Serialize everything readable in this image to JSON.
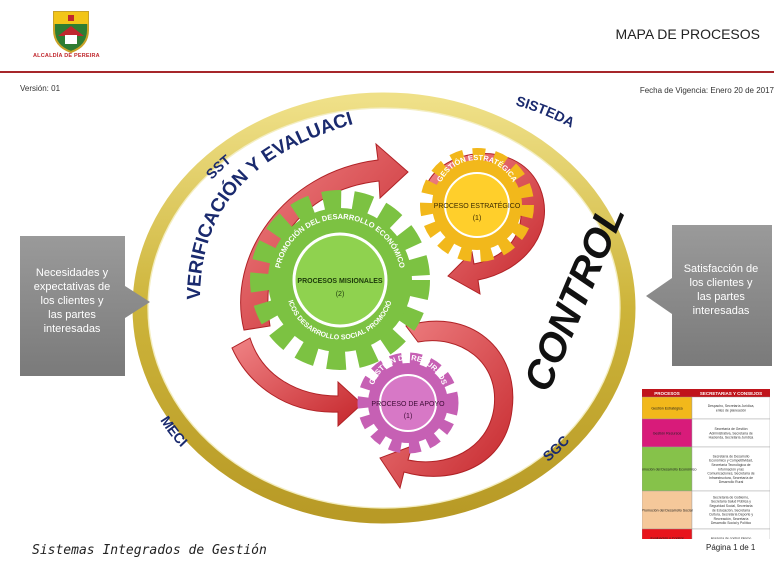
{
  "header": {
    "logo_text": "ALCALDÍA DE PEREIRA",
    "title": "MAPA DE PROCESOS",
    "version": "Versión: 01",
    "validity": "Fecha de Vigencia: Enero 20 de 2017"
  },
  "diagram": {
    "ellipse_labels": {
      "top_left": "SST",
      "top_right": "SISTEDA",
      "bottom_left": "MECI",
      "bottom_right": "SGC"
    },
    "arc_text": "VERIFICACIÓN Y EVALUACIÓN",
    "control_text": "CONTROL",
    "input_box": "Necesidades y expectativas de los clientes y las partes interesadas",
    "output_box": "Satisfacción de los clientes y las partes interesadas",
    "gears": {
      "strategic": {
        "ring": "GESTIÓN ESTRATÉGICA",
        "title": "PROCESO ESTRATÉGICO",
        "number": "(1)",
        "color": "#f2b81b"
      },
      "missional": {
        "ring_top": "PROMOCIÓN DEL DESARROLLO ECONÓMICO",
        "ring_bottom": "TICOS DESARROLLO SOCIAL PROMOCIÓN",
        "title": "PROCESOS MISIONALES",
        "number": "(2)",
        "color": "#7cc242"
      },
      "support": {
        "ring": "GESTIÓN DE RECURSOS",
        "title": "PROCESO DE APOYO",
        "number": "(1)",
        "color": "#c660b4"
      }
    }
  },
  "legend": {
    "headers": [
      "PROCESOS",
      "SECRETARIAS Y CONSEJOS"
    ],
    "rows": [
      {
        "process": "Gestión Estratégica",
        "units": "Despacho, Secretaría Jurídica, entes de planeación",
        "color": "#f2b81b"
      },
      {
        "process": "Gestión Recursos",
        "units": "Secretaría de Gestión Administrativa, Secretaría de Hacienda, Secretaría Jurídica",
        "color": "#d81b7a"
      },
      {
        "process": "Promoción del Desarrollo Económico",
        "units": "Secretaría de Desarrollo Económico y Competitividad, Secretaría Tecnológica de Información y las Comunicaciones, Secretaría de Infraestructura, Secretaría de Desarrollo Rural",
        "color": "#86c24a"
      },
      {
        "process": "Promoción del Desarrollo Social",
        "units": "Secretaría de Gobierno, Secretaría Salud Pública y Seguridad Social, Secretaría de Educación, Secretaría Cultura, Secretaría Deporte y Recreación, Secretaría Desarrollo Social y Político",
        "color": "#f5c89a"
      },
      {
        "process": "Evaluación y Control",
        "units": "Asesoría de control interno",
        "color": "#e8141c"
      }
    ]
  },
  "footer": {
    "title": "Sistemas Integrados de Gestión",
    "page": "Página 1 de 1"
  },
  "colors": {
    "ellipse": "#d8c34a",
    "arrow_red": "#d9383c",
    "box_gray": "#8c8c8c",
    "rule": "#a6262a"
  }
}
